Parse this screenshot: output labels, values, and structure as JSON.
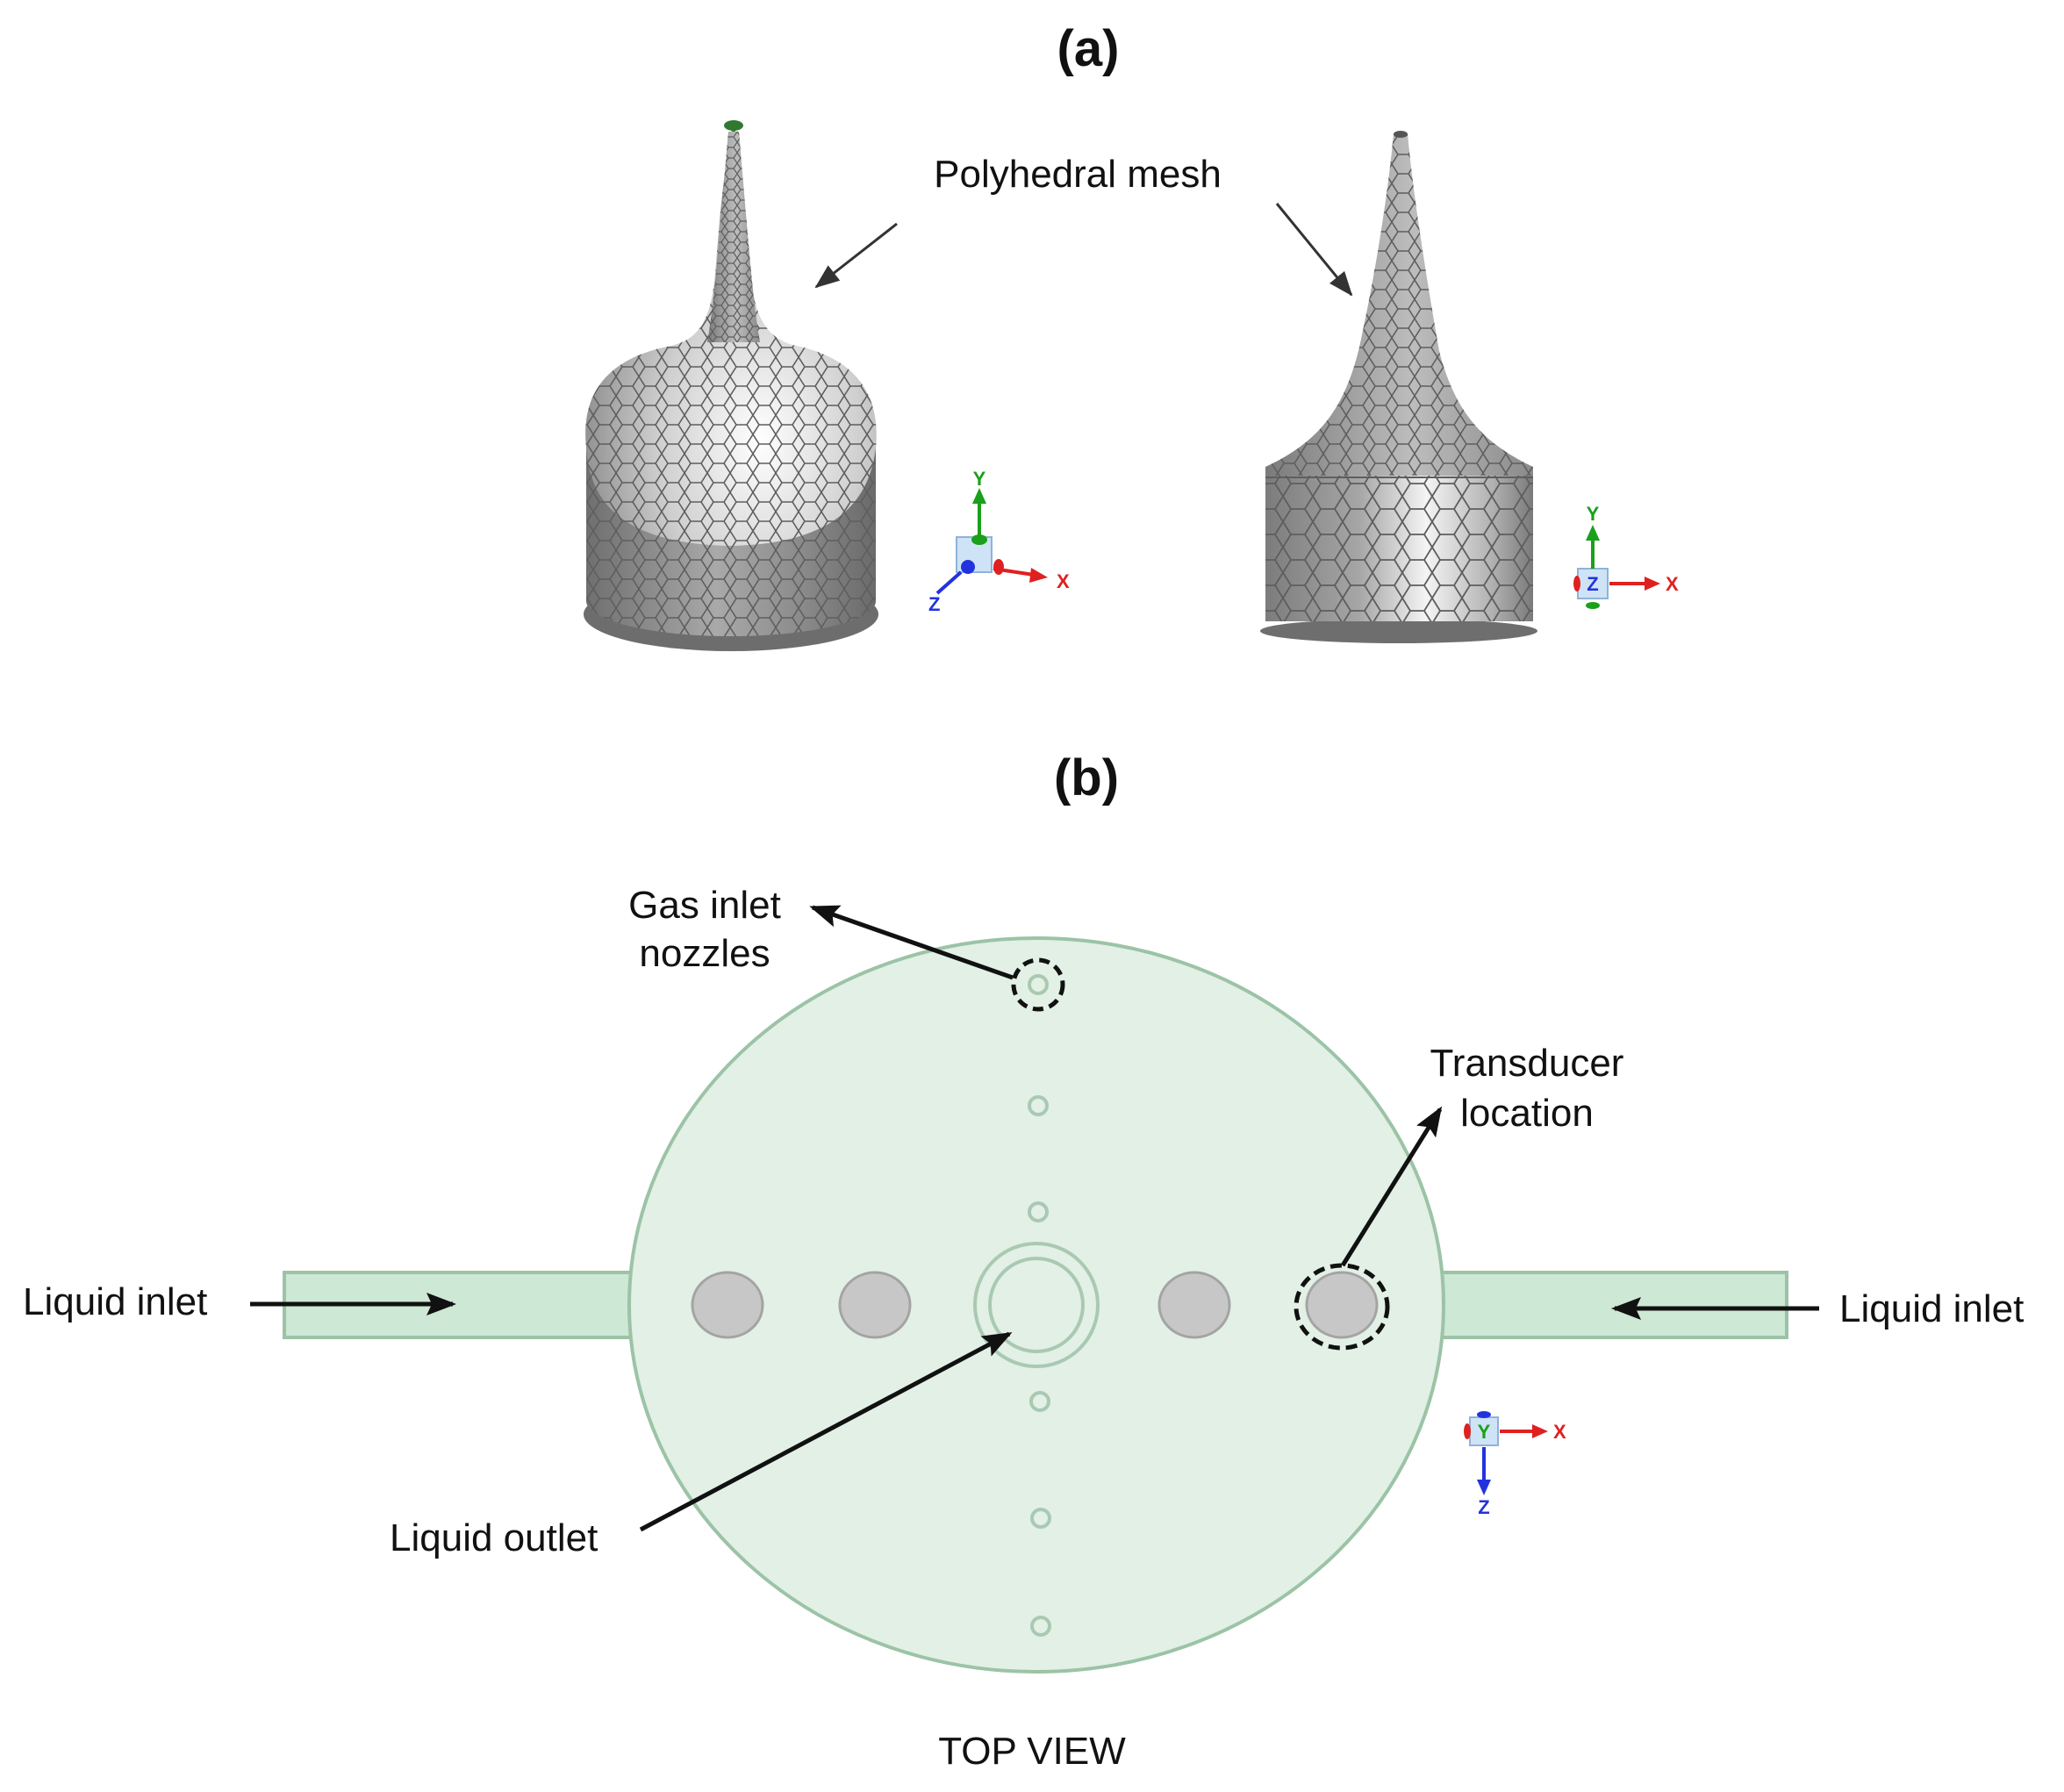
{
  "panel_a": {
    "label": "(a)",
    "annotation": "Polyhedral mesh",
    "triad_left": {
      "y": "Y",
      "x": "X",
      "z": "Z"
    },
    "triad_right": {
      "y": "Y",
      "center": "Z",
      "x": "X"
    }
  },
  "panel_b": {
    "label": "(b)",
    "gas_inlet": [
      "Gas inlet",
      "nozzles"
    ],
    "transducer": [
      "Transducer",
      "location"
    ],
    "liquid_inlet_left": "Liquid inlet",
    "liquid_inlet_right": "Liquid inlet",
    "liquid_outlet": "Liquid outlet",
    "view_caption": "TOP VIEW",
    "triad": {
      "center": "Y",
      "x": "X",
      "z": "Z"
    }
  },
  "colors": {
    "mesh_dark": "#7d7d7d",
    "mesh_light": "#f2f2f2",
    "tank_fill": "#e2f0e6",
    "tank_stroke": "#9cc3a6",
    "pipe_fill": "#cde8d4",
    "transducer_fill": "#c7c7c7",
    "axis_x": "#e02020",
    "axis_y": "#1aa01a",
    "axis_z": "#2233dd"
  }
}
